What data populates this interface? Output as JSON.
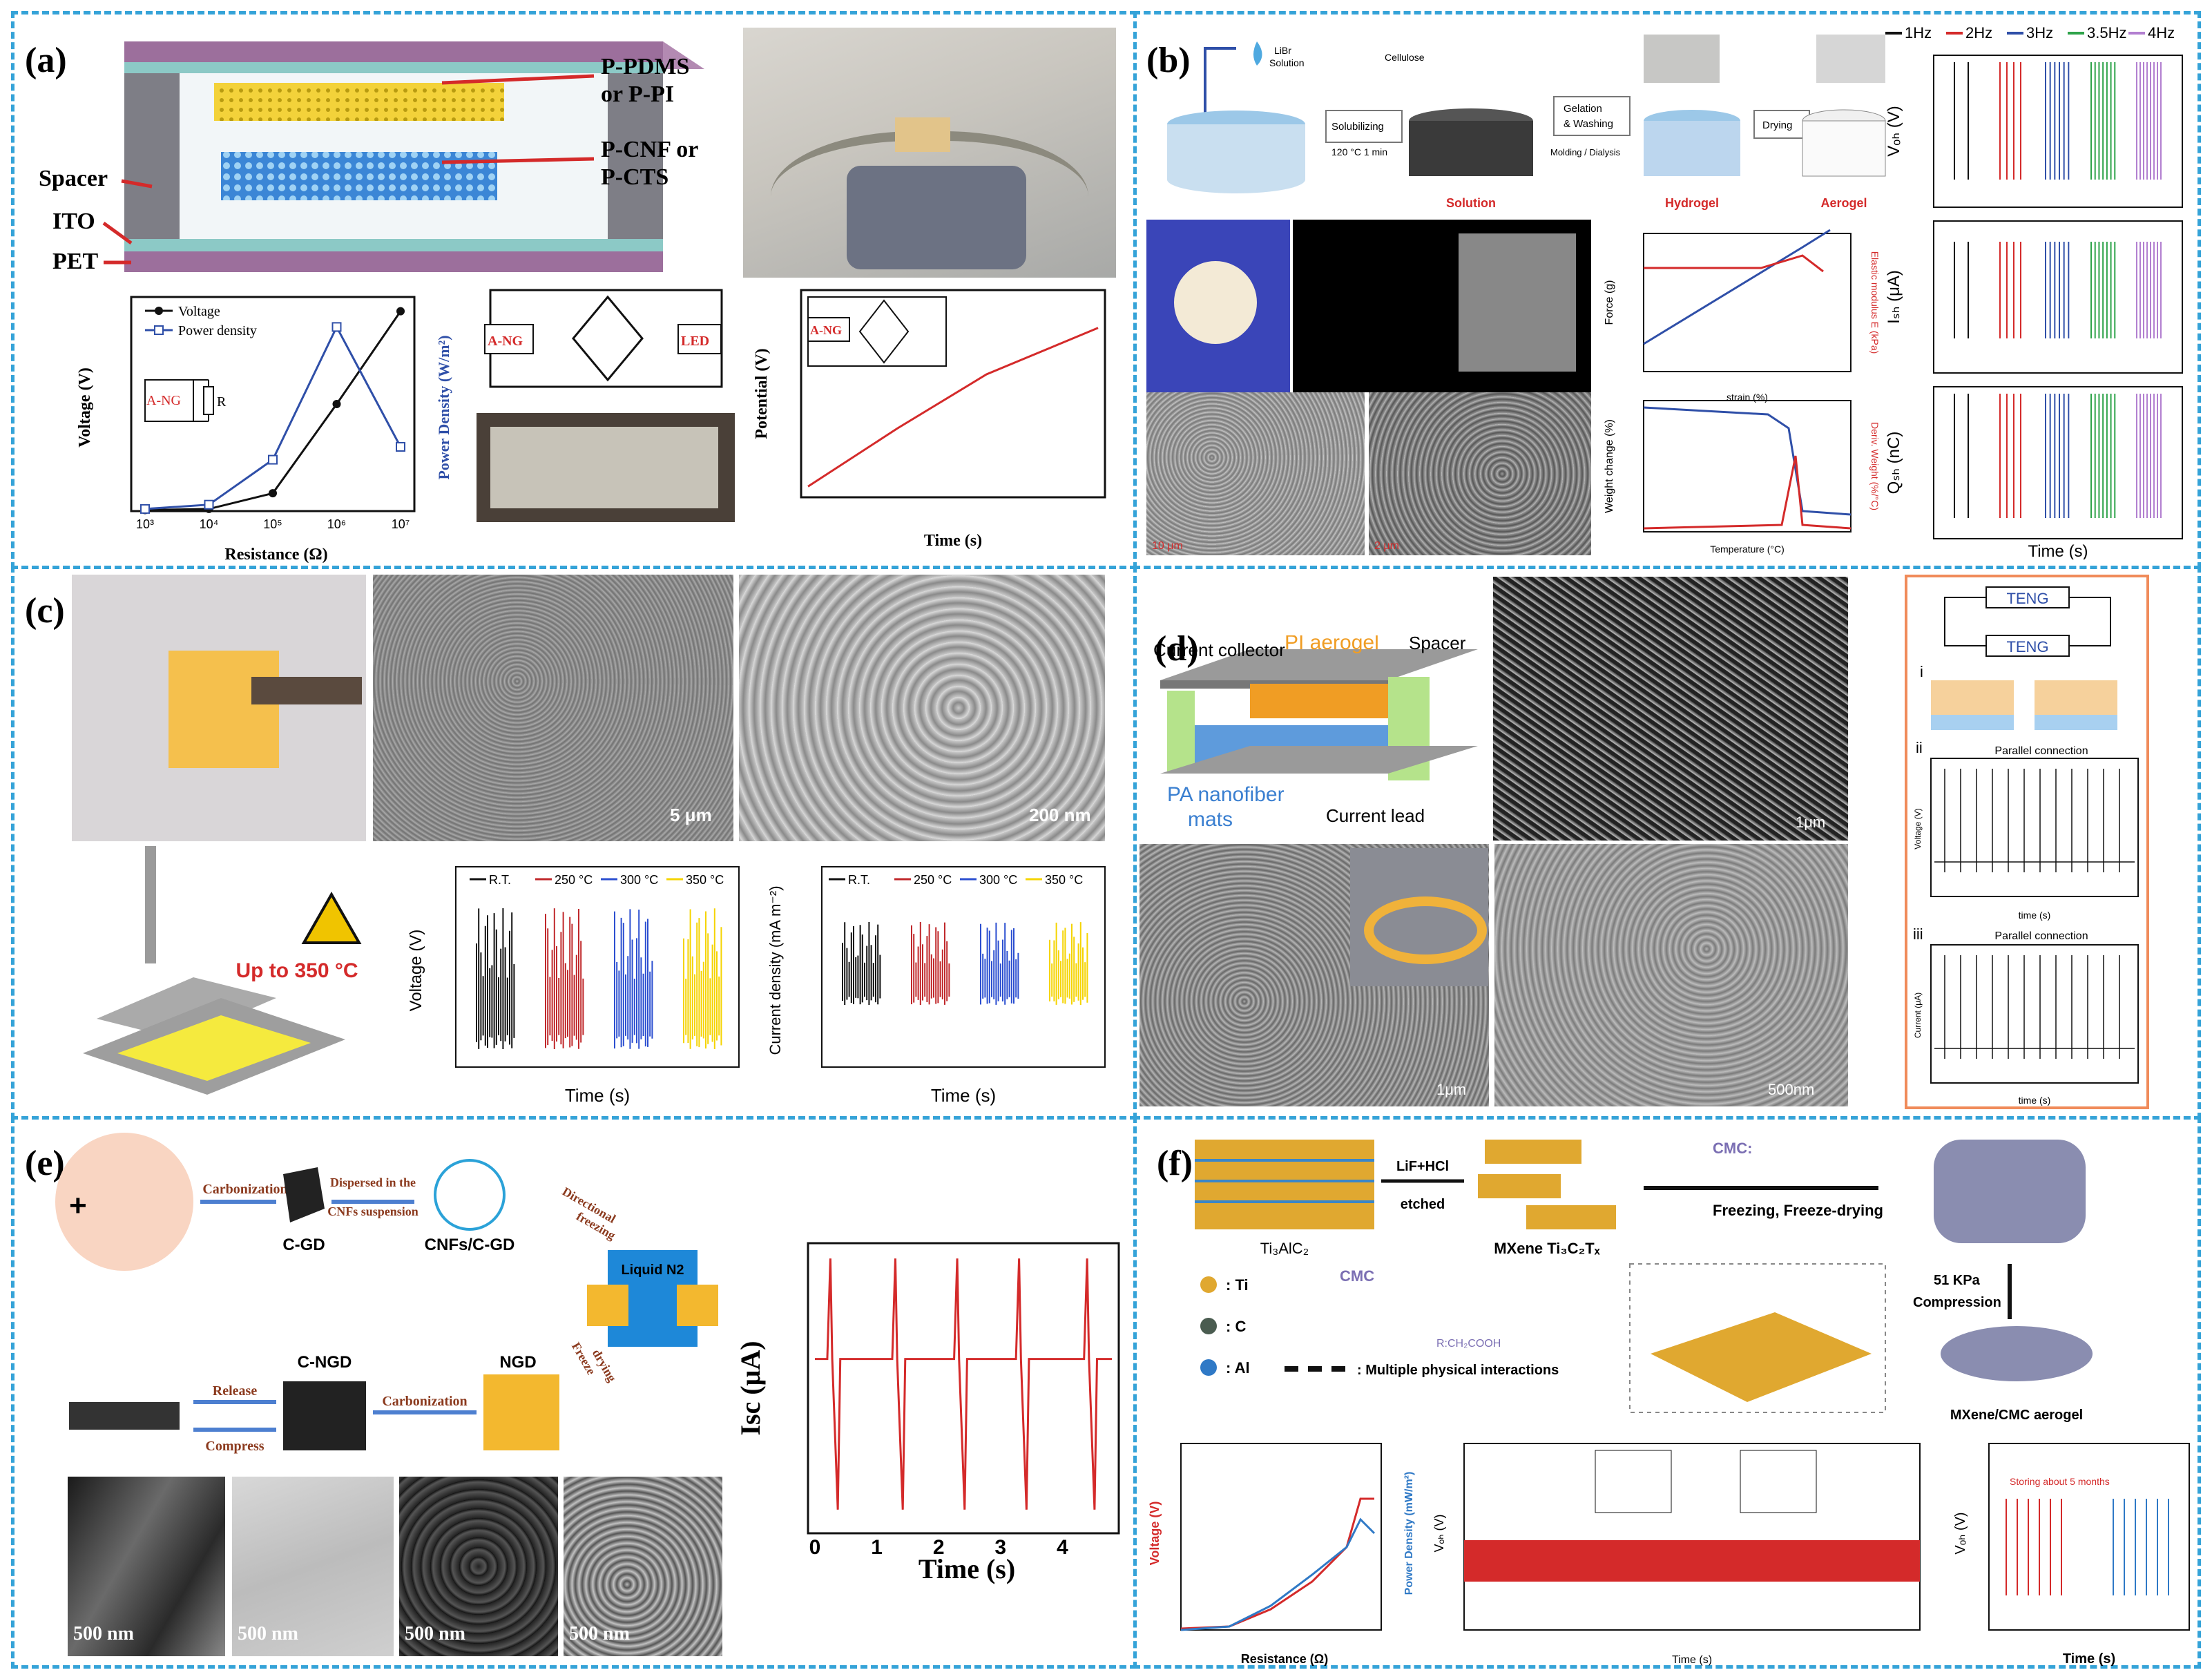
{
  "panels": {
    "a": {
      "label": "(a)",
      "layers": [
        "P-PDMS",
        "or P-PI",
        "P-CNF or",
        "P-CTS",
        "Spacer",
        "ITO",
        "PET"
      ],
      "chart1": {
        "legend": [
          "Voltage",
          "Power density"
        ],
        "ylabel_left": "Voltage (V)",
        "ylabel_right": "Power Density (W/m²)",
        "xlabel": "Resistance (Ω)",
        "circuit": [
          "A-NG",
          "R"
        ]
      },
      "circuit2": [
        "A-NG",
        "LED"
      ],
      "chart2": {
        "ylabel": "Potential (V)",
        "xlabel": "Time (s)",
        "circuit": "A-NG"
      }
    },
    "b": {
      "label": "(b)",
      "reagents": [
        "LiBr",
        "Solution",
        "Cellulose"
      ],
      "steps": [
        "Solubilizing",
        "120 °C 1 min",
        "Gelation",
        "& Washing",
        "Molding / Dialysis",
        "Drying"
      ],
      "products": [
        "Solution",
        "Hydrogel",
        "Aerogel"
      ],
      "mech": {
        "ylabel_left": "Force (g)",
        "ylabel_right": "Elastic modulus E (kPa)",
        "xlabel": "strain (%)"
      },
      "tga": {
        "ylabel_left": "Weight change (%)",
        "ylabel_right": "Deriv. Weight (%/°C)",
        "xlabel": "Temperature (°C)"
      },
      "scale": [
        "10 μm",
        "2 μm"
      ],
      "freq_legend": [
        "1Hz",
        "2Hz",
        "3Hz",
        "3.5Hz",
        "4Hz"
      ],
      "ylabels": [
        "Vₒₕ (V)",
        "Iₛₕ (μA)",
        "Qₛₕ (nC)"
      ],
      "xlabel": "Time (s)"
    },
    "c": {
      "label": "(c)",
      "scale": [
        "5 μm",
        "200 nm"
      ],
      "hot": "Up to 350 °C",
      "legend": [
        "R.T.",
        "250 °C",
        "300 °C",
        "350 °C"
      ],
      "v_ylabel": "Voltage (V)",
      "j_ylabel": "Current density (mA m⁻²)",
      "xlabel": "Time (s)"
    },
    "d": {
      "label": "(d)",
      "parts": [
        "Current collector",
        "PI aerogel",
        "Spacer",
        "PA nanofiber",
        "mats",
        "Current lead"
      ],
      "scale": [
        "1μm",
        "1μm",
        "500nm"
      ],
      "teng": "TENG",
      "roman": [
        "i",
        "ii",
        "iii"
      ],
      "sub_title": "Parallel connection",
      "v_ylabel": "Voltage (V)",
      "c_ylabel": "Current (μA)",
      "xlabel": "time (s)"
    },
    "e": {
      "label": "(e)",
      "steps": [
        "Carbonization",
        "Dispersed in the",
        "CNFs suspension",
        "Directional",
        "freezing",
        "Freeze",
        "drying",
        "Carbonization",
        "Release",
        "Compress"
      ],
      "materials": [
        "C-GD",
        "CNFs/C-GD",
        "Liquid N2",
        "NGD",
        "C-NGD"
      ],
      "scale": [
        "500 nm",
        "500 nm",
        "500 nm",
        "500 nm"
      ],
      "ylabel": "Isc (μA)",
      "xlabel": "Time (s)"
    },
    "f": {
      "label": "(f)",
      "steps": [
        "LiF+HCl",
        "etched",
        "CMC:",
        "Freezing, Freeze-drying",
        "51 KPa",
        "Compression"
      ],
      "materials": [
        "Ti₃AlC₂",
        "MXene Ti₃C₂Tₓ",
        "MXene/CMC aerogel"
      ],
      "legend": [
        ": Ti",
        ": C",
        ": Al",
        ": Multiple physical interactions",
        "CMC",
        "R:CH₂COOH"
      ],
      "c1": {
        "ylabel_left": "Voltage (V)",
        "ylabel_right": "Power Density (mW/m²)",
        "xlabel": "Resistance (Ω)"
      },
      "c2": {
        "ylabel": "Vₒₕ (V)",
        "xlabel": "Time (s)"
      },
      "c3": {
        "ylabel": "Vₒₕ (V)",
        "xlabel": "Time (s)",
        "note": "Storing about 5 months"
      }
    }
  },
  "colors": {
    "border": "#35a3d8",
    "red": "#d42a2a",
    "blue": "#2f4fa8",
    "black": "#111111",
    "green": "#2ea34a",
    "purple": "#b27fd0",
    "yellow": "#f0c400"
  },
  "chart_data": [
    {
      "type": "line",
      "title": "",
      "xlabel": "Resistance (Ω)",
      "ylabel": "Voltage (V)",
      "x": [
        "10³",
        "10⁴",
        "10⁵",
        "10⁶",
        "10⁷"
      ],
      "series": [
        {
          "name": "Voltage",
          "values": [
            0.3,
            0.6,
            5,
            30,
            56
          ]
        },
        {
          "name": "Power density",
          "values": [
            0.05,
            0.15,
            1.2,
            4.3,
            1.5
          ]
        }
      ],
      "ylim": [
        0,
        60
      ]
    },
    {
      "type": "line",
      "xlabel": "Time (s)",
      "ylabel": "Potential (V)",
      "x": [
        0,
        200,
        400,
        650
      ],
      "values": [
        0.1,
        1.6,
        3.0,
        4.2
      ],
      "ylim": [
        0,
        5
      ]
    },
    {
      "type": "line",
      "xlabel": "Time (s)",
      "ylabel": "Isc (μA)",
      "x": [
        0,
        1,
        2,
        3,
        4,
        4.8
      ],
      "ylim": [
        -2,
        1.3
      ]
    }
  ]
}
